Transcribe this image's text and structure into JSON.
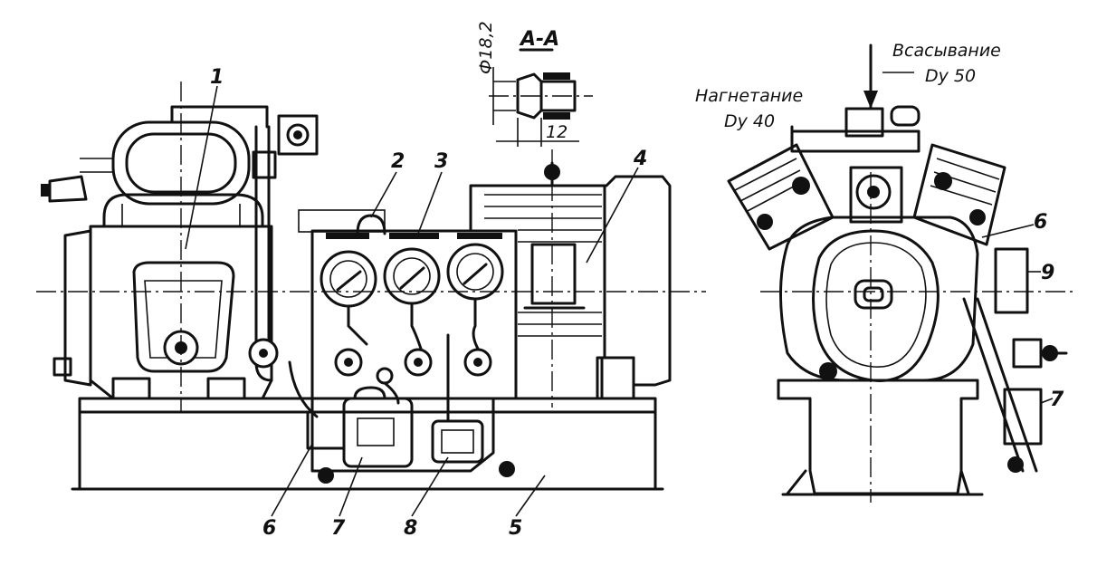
{
  "callouts": {
    "n1": "1",
    "n2": "2",
    "n3": "3",
    "n4": "4",
    "n5": "5",
    "n6_left": "6",
    "n7_left": "7",
    "n8": "8",
    "n6_right": "6",
    "n9": "9",
    "n7_right": "7"
  },
  "section": {
    "title": "А-А",
    "diameter": "Ф18,2",
    "length": "12"
  },
  "ports": {
    "suction_label": "Всасывание",
    "suction_size": "Dy 50",
    "discharge_label": "Нагнетание",
    "discharge_size": "Dy 40"
  },
  "colors": {
    "ink": "#111111",
    "paper": "#ffffff"
  }
}
